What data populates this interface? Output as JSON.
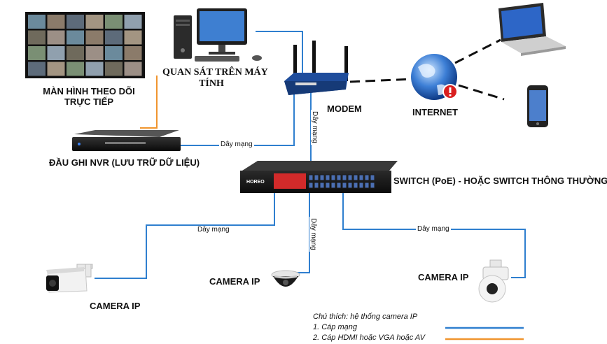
{
  "colors": {
    "network_cable": "#2f7fcf",
    "hdmi_cable": "#f0952e",
    "dashed_wireless": "#111111"
  },
  "labels": {
    "monitor": [
      "MÀN HÌNH THEO DÕI",
      "TRỰC TIẾP"
    ],
    "computer": [
      "QUAN SÁT TRÊN MÁY",
      "TÍNH"
    ],
    "modem": "MODEM",
    "internet": "INTERNET",
    "nvr": "ĐẦU GHI NVR (LƯU TRỮ DỮ LIỆU)",
    "switch_a": "SWITCH (PoE)",
    "switch_b": " - HOẶC SWITCH THÔNG THƯỜNG",
    "camera_left": "CAMERA IP",
    "camera_center": "CAMERA IP",
    "camera_right": "CAMERA IP",
    "switch_brand": "HOREO"
  },
  "cables": {
    "nvr_switch": "Dây mạng",
    "modem_switch": "Dây mạng",
    "cam_left": "Dây mạng",
    "cam_center": "Dây mạng",
    "cam_right": "Dây mạng"
  },
  "legend": {
    "title": "Chú thích: hệ thống camera IP",
    "items": [
      {
        "text": "1. Cáp mạng",
        "color": "#2f7fcf"
      },
      {
        "text": "2. Cáp HDMI hoặc VGA hoặc AV",
        "color": "#f0952e"
      }
    ]
  },
  "icons": [
    "video-wall-monitor-icon",
    "desktop-computer-icon",
    "router-modem-icon",
    "globe-internet-icon",
    "laptop-icon",
    "smartphone-icon",
    "nvr-recorder-icon",
    "poe-switch-icon",
    "bullet-camera-icon",
    "dome-camera-icon",
    "ptz-camera-icon"
  ]
}
